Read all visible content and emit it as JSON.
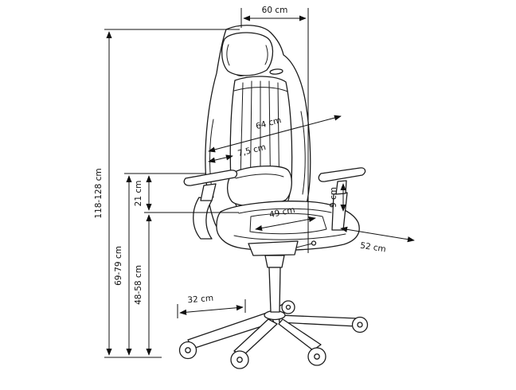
{
  "diagram": {
    "subject": "gaming-chair-dimension-drawing",
    "line_color": "#111111",
    "dimensions": {
      "top_width": "60 cm",
      "backrest_width": "64 cm",
      "backrest_side_depth": "7,5 cm",
      "seat_width": "49 cm",
      "armrest_pad_height": "9 cm",
      "seat_depth": "52 cm",
      "base_leg_length": "32 cm",
      "total_height": "118-128 cm",
      "armrest_height": "69-79 cm",
      "armrest_above_seat": "21 cm",
      "seat_height": "48-58 cm"
    }
  }
}
